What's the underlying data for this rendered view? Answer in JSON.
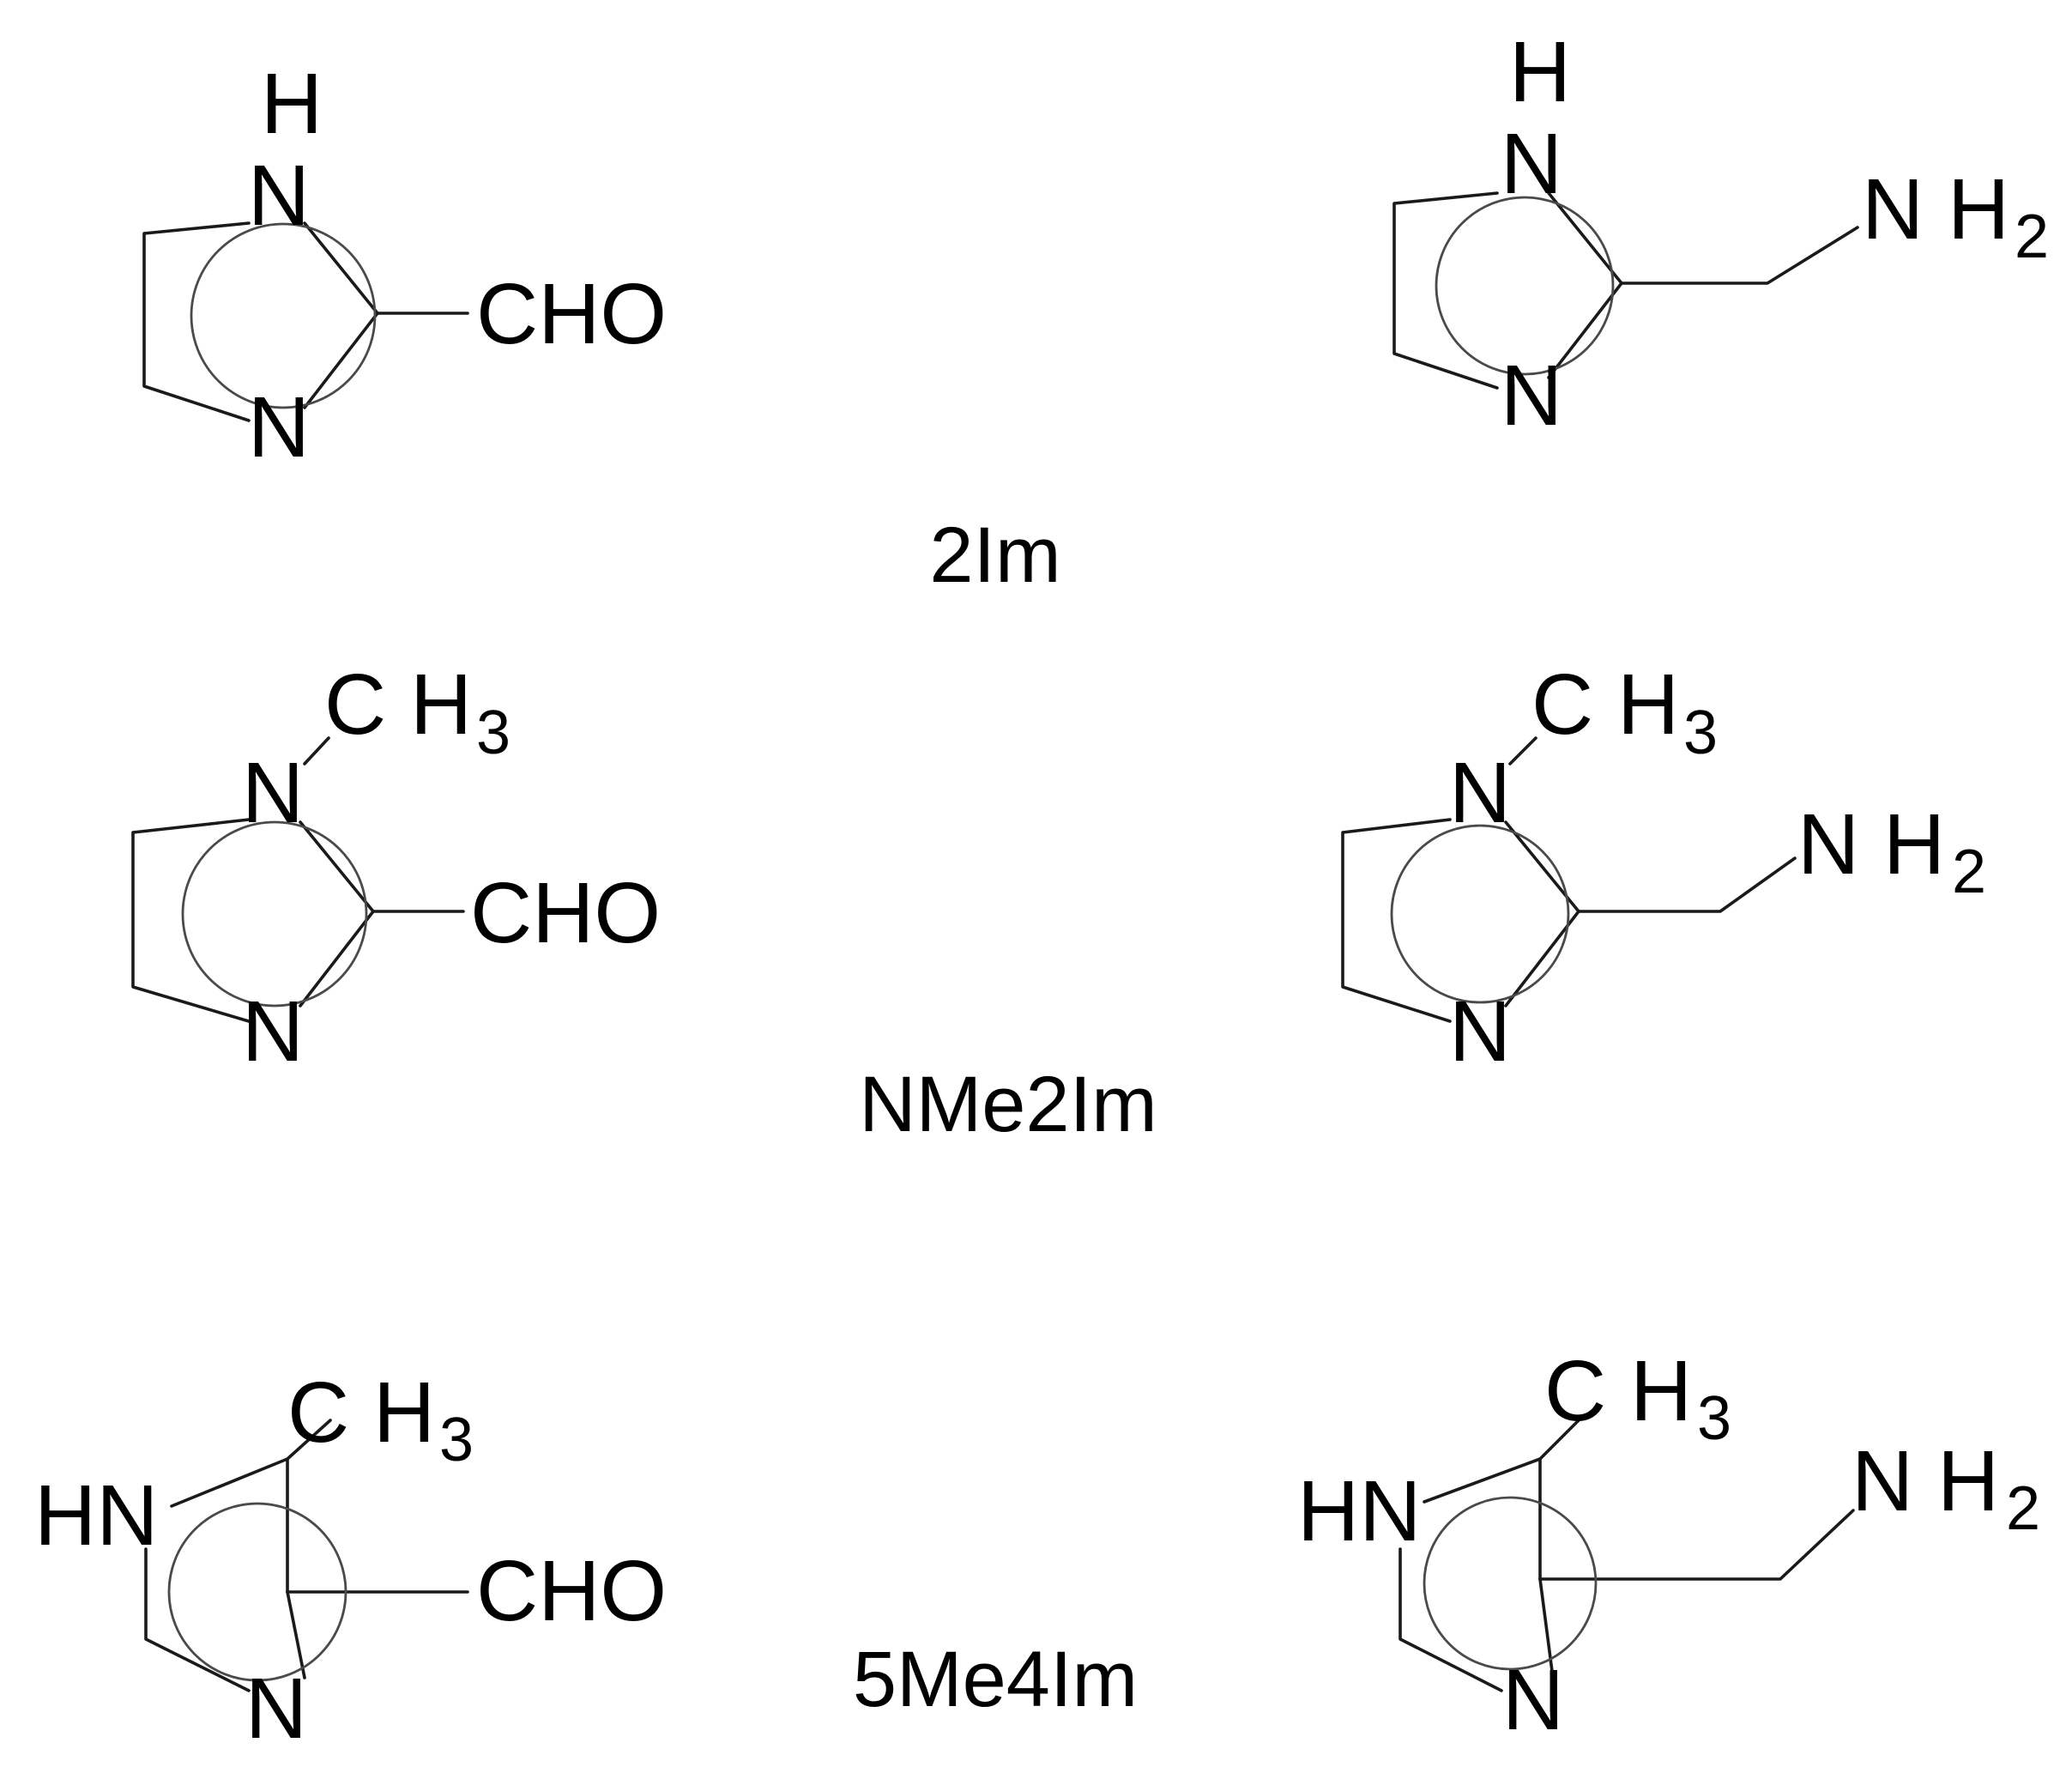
{
  "compound_labels": [
    "2Im",
    "NMe2Im",
    "5Me4Im"
  ],
  "atoms": {
    "H": "H",
    "N": "N",
    "HN": "HN",
    "CHO": "CHO",
    "NH": "N H",
    "CH": "C H",
    "sub2": "2",
    "sub3": "3"
  },
  "colors": {
    "ink": "#000000",
    "ring": "#4a4a4a"
  }
}
